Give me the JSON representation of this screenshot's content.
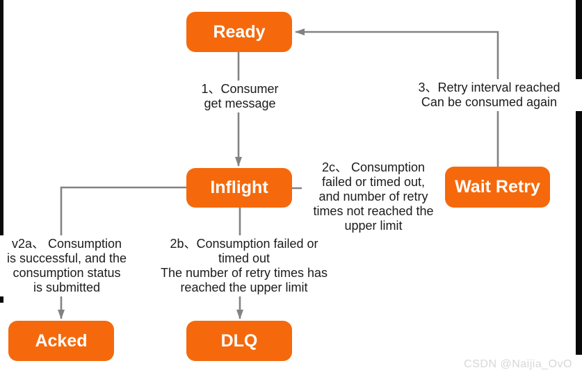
{
  "colors": {
    "node_fill": "#f5690c",
    "node_text": "#ffffff",
    "edge_line": "#828282",
    "label_text": "#1b1b1b",
    "side_bar": "#0a0a0a",
    "watermark": "#d7d7d7"
  },
  "nodes": {
    "ready": {
      "label": "Ready"
    },
    "inflight": {
      "label": "Inflight"
    },
    "wait_retry": {
      "label": "Wait Retry"
    },
    "acked": {
      "label": "Acked"
    },
    "dlq": {
      "label": "DLQ"
    }
  },
  "edges": {
    "consume": {
      "lines": [
        "1、Consumer",
        "get message"
      ]
    },
    "retry_interval": {
      "lines": [
        "3、Retry interval reached",
        "Can be consumed again"
      ]
    },
    "retry": {
      "lines": [
        "2c、 Consumption",
        "failed or timed out,",
        "and number of retry",
        "times not reached the",
        "upper limit"
      ]
    },
    "ack": {
      "lines": [
        "v2a、 Consumption",
        "is successful, and the",
        "consumption status",
        "is submitted"
      ]
    },
    "dead_letter": {
      "lines": [
        "2b、Consumption failed or",
        "timed out",
        "The number of retry times has",
        "reached the upper limit"
      ]
    }
  },
  "watermark": "CSDN @Naijia_OvO"
}
